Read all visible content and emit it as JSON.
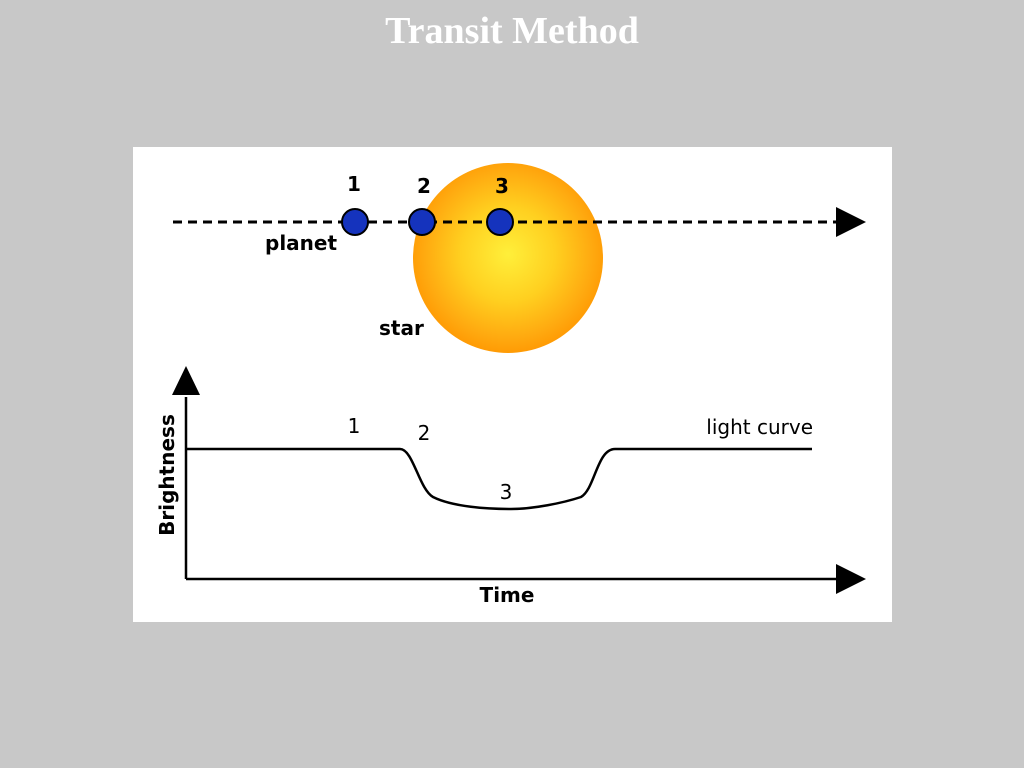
{
  "slide": {
    "title": "Transit Method"
  },
  "diagram": {
    "planet_label": "planet",
    "star_label": "star",
    "position_labels": [
      "1",
      "2",
      "3"
    ],
    "curve_label": "light curve",
    "y_axis_label": "Brightness",
    "x_axis_label": "Time",
    "curve_point_labels": [
      "1",
      "2",
      "3"
    ]
  },
  "colors": {
    "background": "#c8c8c8",
    "star_core": "#ffe52a",
    "star_edge": "#ff9900",
    "planet": "#1533bd",
    "ink": "#000000"
  }
}
